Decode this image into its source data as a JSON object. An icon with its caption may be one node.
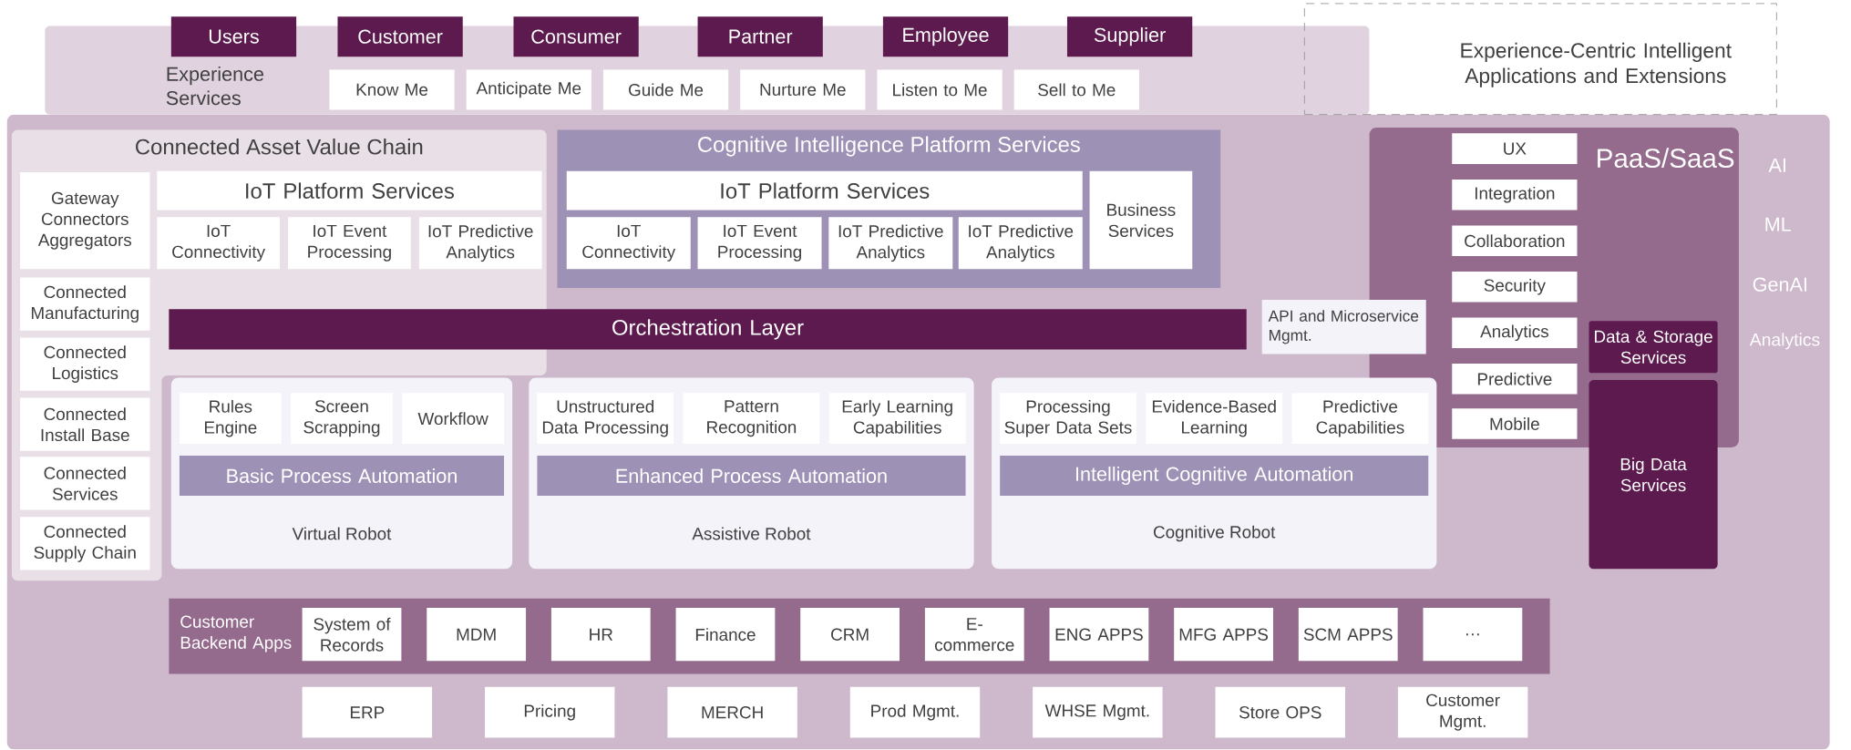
{
  "diagram": {
    "nodes": [
      {
        "text": [
          "Experience Services"
        ]
      },
      {
        "text": [
          "Users"
        ]
      },
      {
        "text": [
          "Customer"
        ]
      },
      {
        "text": [
          "Consumer"
        ]
      },
      {
        "text": [
          "Partner"
        ]
      },
      {
        "text": [
          "Employee"
        ]
      },
      {
        "text": [
          "Supplier"
        ]
      },
      {
        "text": [
          "Know Me"
        ],
        "in": 0
      },
      {
        "text": [
          "Anticipate Me"
        ],
        "in": 0
      },
      {
        "text": [
          "Guide Me"
        ],
        "in": 0
      },
      {
        "text": [
          "Nurture Me"
        ],
        "in": 0
      },
      {
        "text": [
          "Listen to Me"
        ],
        "in": 0
      },
      {
        "text": [
          "Sell to Me"
        ],
        "in": 0
      },
      {
        "text": [
          "Experience-Centric Intelligent Applications and Extensions"
        ]
      },
      {
        "text": [
          "Connected Asset Value Chain"
        ]
      },
      {
        "text": [
          "Gateway Connectors Aggregators"
        ],
        "in": 14
      },
      {
        "text": [
          "IoT Platform Services"
        ],
        "in": 14
      },
      {
        "text": [
          "IoT Connectivity"
        ],
        "in": 14
      },
      {
        "text": [
          "IoT Event Processing"
        ],
        "in": 14
      },
      {
        "text": [
          "IoT Predictive Analytics"
        ],
        "in": 14
      },
      {
        "text": [
          "Connected Manufacturing"
        ],
        "in": 14
      },
      {
        "text": [
          "Connected Logistics"
        ],
        "in": 14
      },
      {
        "text": [
          "Connected Install Base"
        ],
        "in": 14
      },
      {
        "text": [
          "Connected Services"
        ],
        "in": 14
      },
      {
        "text": [
          "Connected Supply Chain"
        ],
        "in": 14
      },
      {
        "text": [
          "Cognitive Intelligence Platform Services"
        ]
      },
      {
        "text": [
          "IoT Platform Services"
        ],
        "in": 25
      },
      {
        "text": [
          "IoT Connectivity"
        ],
        "in": 25
      },
      {
        "text": [
          "IoT Event Processing"
        ],
        "in": 25
      },
      {
        "text": [
          "IoT Predictive Analytics"
        ],
        "in": 25
      },
      {
        "text": [
          "IoT Predictive Analytics"
        ],
        "in": 25
      },
      {
        "text": [
          "Business Services"
        ],
        "in": 25
      },
      {
        "text": [
          "PaaS/SaaS"
        ]
      },
      {
        "text": [
          "UX"
        ],
        "in": 32
      },
      {
        "text": [
          "Integration"
        ],
        "in": 32
      },
      {
        "text": [
          "Collaboration"
        ],
        "in": 32
      },
      {
        "text": [
          "Security"
        ],
        "in": 32
      },
      {
        "text": [
          "Analytics"
        ],
        "in": 32
      },
      {
        "text": [
          "Predictive"
        ],
        "in": 32
      },
      {
        "text": [
          "Mobile"
        ],
        "in": 32
      },
      {
        "text": [
          "Data & Storage Services"
        ],
        "in": 32
      },
      {
        "text": [
          "Orchestration Layer"
        ]
      },
      {
        "text": [
          "API and Microservice Mgmt."
        ]
      },
      {
        "text": [
          "Virtual Robot"
        ]
      },
      {
        "text": [
          "Rules Engine"
        ],
        "in": 43
      },
      {
        "text": [
          "Screen Scrapping"
        ],
        "in": 43
      },
      {
        "text": [
          "Workflow"
        ],
        "in": 43
      },
      {
        "text": [
          "Basic Process Automation"
        ],
        "in": 43
      },
      {
        "text": [
          "Assistive Robot"
        ]
      },
      {
        "text": [
          "Unstructured Data Processing"
        ],
        "in": 48
      },
      {
        "text": [
          "Pattern Recognition"
        ],
        "in": 48
      },
      {
        "text": [
          "Early Learning Capabilities"
        ],
        "in": 48
      },
      {
        "text": [
          "Enhanced Process Automation"
        ],
        "in": 48
      },
      {
        "text": [
          "Cognitive Robot"
        ]
      },
      {
        "text": [
          "Processing Super Data Sets"
        ],
        "in": 53
      },
      {
        "text": [
          "Evidence-Based Learning"
        ],
        "in": 53
      },
      {
        "text": [
          "Predictive Capabilities"
        ],
        "in": 53
      },
      {
        "text": [
          "Intelligent Cognitive Automation"
        ],
        "in": 53
      },
      {
        "text": [
          "Big Data Services"
        ]
      },
      {
        "text": [
          "Customer Backend Apps"
        ]
      },
      {
        "text": [
          "System of Records"
        ],
        "in": 59
      },
      {
        "text": [
          "MDM"
        ],
        "in": 59
      },
      {
        "text": [
          "HR"
        ],
        "in": 59
      },
      {
        "text": [
          "Finance"
        ],
        "in": 59
      },
      {
        "text": [
          "CRM"
        ],
        "in": 59
      },
      {
        "text": [
          "E-commerce"
        ],
        "in": 59
      },
      {
        "text": [
          "ENG APPS"
        ],
        "in": 59
      },
      {
        "text": [
          "MFG APPS"
        ],
        "in": 59
      },
      {
        "text": [
          "SCM APPS"
        ],
        "in": 59
      },
      {
        "text": [
          "…"
        ],
        "in": 59
      },
      {
        "text": [
          "ERP"
        ]
      },
      {
        "text": [
          "Pricing"
        ]
      },
      {
        "text": [
          "MERCH"
        ]
      },
      {
        "text": [
          "Prod Mgmt."
        ]
      },
      {
        "text": [
          "WHSE Mgmt."
        ]
      },
      {
        "text": [
          "Store OPS"
        ]
      },
      {
        "text": [
          "Customer Mgmt."
        ]
      }
    ],
    "labels": [
      "AI",
      "ML",
      "GenAI",
      "Analytics"
    ]
  }
}
